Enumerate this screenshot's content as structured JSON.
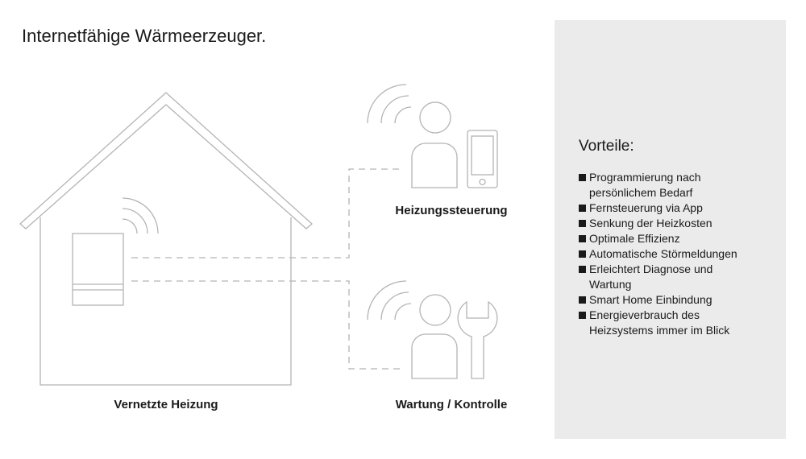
{
  "title": "Internetfähige Wärmeerzeuger.",
  "labels": {
    "house": "Vernetzte Heizung",
    "control": "Heizungssteuerung",
    "service": "Wartung / Kontrolle"
  },
  "panel": {
    "title": "Vorteile:",
    "items": [
      "Programmierung nach persönlichem Bedarf",
      "Fernsteuerung via App",
      "Senkung der Heizkosten",
      "Optimale Effizienz",
      "Automatische Störmeldungen",
      "Erleichtert Diagnose und Wartung",
      "Smart Home Einbindung",
      "Energieverbrauch des Heizsystems immer im Blick"
    ]
  },
  "colors": {
    "line": "#b4b4b4",
    "panel": "#ebebeb",
    "text": "#1a1a1a"
  }
}
